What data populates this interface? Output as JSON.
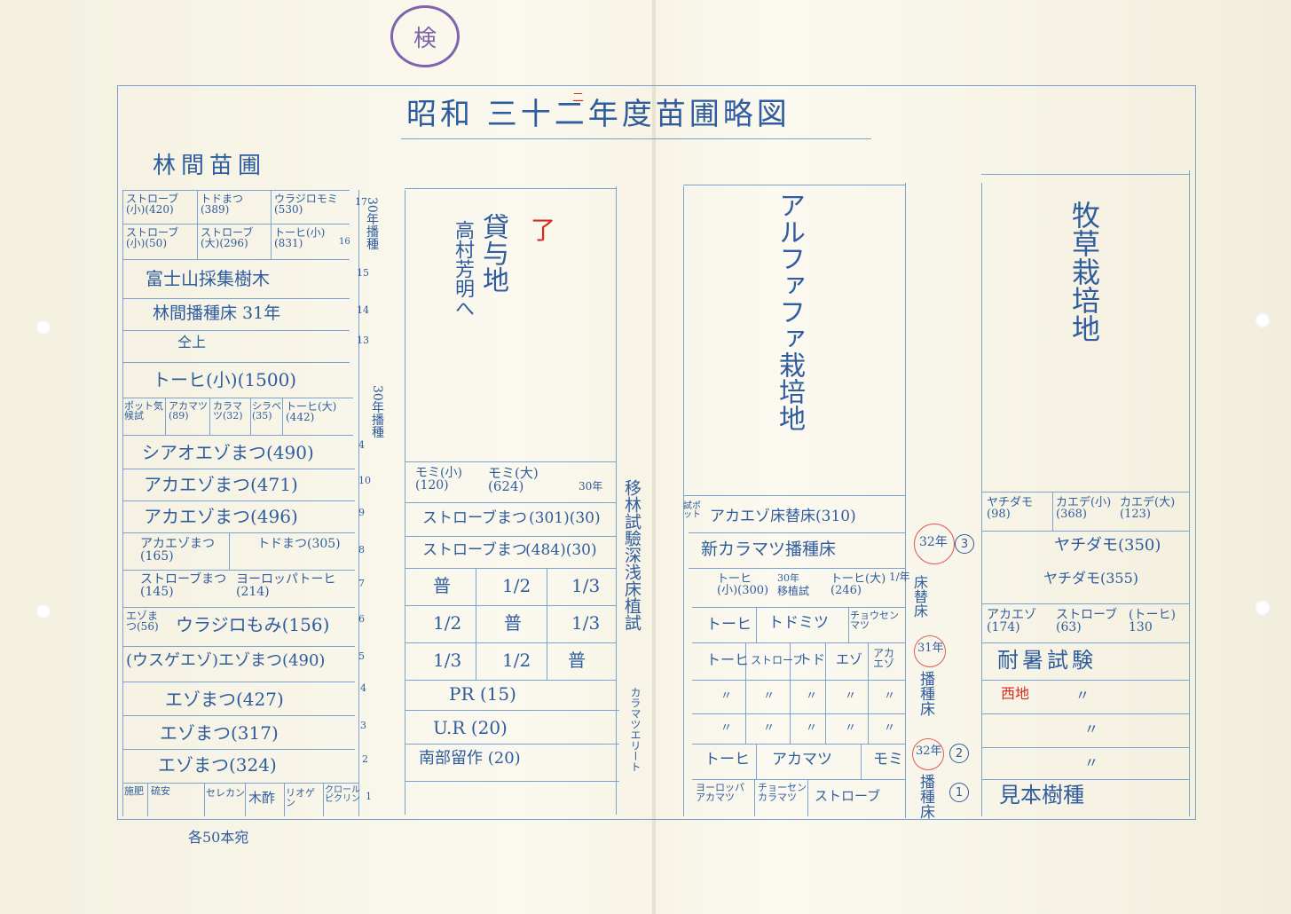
{
  "stamp": "検",
  "title": "昭和 三十二年度苗圃略図",
  "title_correction": "二",
  "left": {
    "heading": "林間苗圃",
    "rows": [
      {
        "cells": [
          "ストローブ(小)(420)",
          "トドまつ(389)",
          "ウラジロモミ(530)"
        ],
        "num": "17"
      },
      {
        "cells": [
          "ストローブ(小)(50)",
          "ストローブ(大)(296)",
          "トーヒ(小)(831)"
        ],
        "num": "16"
      },
      {
        "cells": [
          "富士山採集樹木"
        ],
        "num": "15"
      },
      {
        "cells": [
          "林間播種床 31年"
        ],
        "num": "14"
      },
      {
        "cells": [
          "仝上"
        ],
        "num": "13"
      },
      {
        "cells": [
          "トーヒ(小)(1500)"
        ],
        "num": ""
      },
      {
        "cells": [
          "ポット気候試",
          "アカマツ(89)",
          "カラマツ(32)",
          "シラベ(35)",
          "トーヒ(大)(442)"
        ],
        "num": ""
      },
      {
        "cells": [
          "シアオエゾまつ(490)"
        ],
        "num": "4"
      },
      {
        "cells": [
          "アカエゾまつ(471)"
        ],
        "num": "10"
      },
      {
        "cells": [
          "アカエゾまつ(496)"
        ],
        "num": "9"
      },
      {
        "cells": [
          "アカエゾまつ(165)",
          "トドまつ(305)"
        ],
        "num": "8"
      },
      {
        "cells": [
          "ストローブまつ(145)",
          "ヨーロッパトーヒ(214)"
        ],
        "num": "7"
      },
      {
        "cells": [
          "エゾまつ(56)",
          "ウラジロもみ(156)"
        ],
        "num": "6"
      },
      {
        "cells": [
          "(ウスゲエゾ)エゾまつ(490)"
        ],
        "num": "5"
      },
      {
        "cells": [
          "エゾまつ(427)"
        ],
        "num": "4"
      },
      {
        "cells": [
          "エゾまつ(317)"
        ],
        "num": "3"
      },
      {
        "cells": [
          "エゾまつ(324)"
        ],
        "num": "2"
      },
      {
        "cells": [
          "施肥",
          "硫安",
          "セレカン",
          "木酢",
          "リオゲン",
          "クロールピクリン"
        ],
        "num": "1"
      }
    ],
    "side_note_1": "30年播種",
    "side_note_2": "30年播種",
    "footer": "各50本宛"
  },
  "col2": {
    "label_a": "貸与地",
    "label_b": "高村芳明へ",
    "red_mark": "了",
    "rows": [
      {
        "a": "モミ(小)(120)",
        "b": "モミ(大)(624)",
        "c": "30年"
      },
      {
        "a": "ストローブまつ",
        "b": "(301)(30)"
      },
      {
        "a": "ストローブまつ",
        "b": "(484)(30)"
      }
    ],
    "grid": [
      [
        "普",
        "1/2",
        "1/3"
      ],
      [
        "1/2",
        "普",
        "1/3"
      ],
      [
        "1/3",
        "1/2",
        "普"
      ]
    ],
    "pr": "PR (15)",
    "ur": "U.R (20)",
    "last": "南部留作 (20)",
    "side_vert_1": "移林試驗深浅床植試",
    "side_vert_2": "カラマツエリート"
  },
  "col3": {
    "label": "アルファファ栽培地",
    "rows": {
      "akaezo": "アカエゾ床替床(310)",
      "karamatsu": "新カラマツ播種床",
      "note_small": "試ポット",
      "toohi_small": "トーヒ(小)(300)",
      "sanyear": "30年",
      "toohi_big": "トーヒ(大)(246)",
      "yrhalf": "1/年",
      "transplant": "移植試",
      "g1": [
        "トーヒ",
        "トドミツ",
        "チョウセンマツ"
      ],
      "g2": [
        "トーヒ",
        "ストローブ",
        "トド",
        "エゾ",
        "アカエゾ"
      ],
      "ditto": "〃",
      "g3": [
        "トーヒ",
        "アカマツ",
        "モミ"
      ],
      "g4": [
        "ヨーロッパアカマツ",
        "チョーセンカラマツ",
        "ストローブ"
      ]
    },
    "side": {
      "y32a": "32年",
      "n3": "3",
      "toko": "床替床",
      "y31": "31年",
      "hashu": "播種床",
      "y32b": "32年",
      "n2": "2",
      "n1": "1",
      "hashu2": "播種床"
    }
  },
  "col4": {
    "label": "牧草栽培地",
    "r1": [
      "ヤチダモ(98)",
      "カエデ(小)(368)",
      "カエデ(大)(123)"
    ],
    "r2": "ヤチダモ(350)",
    "r3": "ヤチダモ(355)",
    "r4": [
      "アカエゾ(174)",
      "ストローブ(63)",
      "(トーヒ) 130"
    ],
    "r5": "耐暑試験",
    "red_note": "西地",
    "ditto": "〃",
    "last": "見本樹種"
  }
}
